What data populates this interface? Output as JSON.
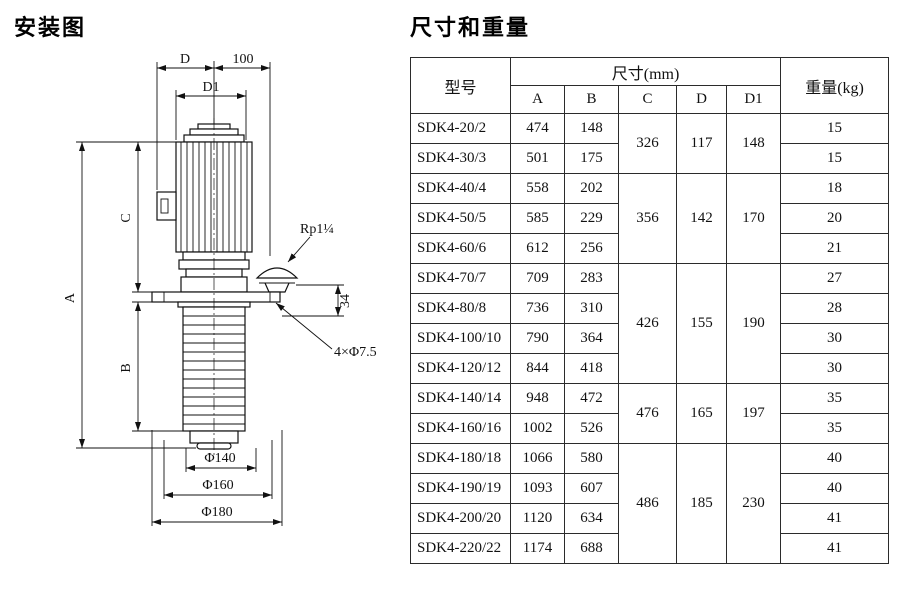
{
  "titles": {
    "diagram": "安装图",
    "table": "尺寸和重量"
  },
  "diagram_labels": {
    "D": "D",
    "dim_100": "100",
    "D1": "D1",
    "A": "A",
    "B": "B",
    "C": "C",
    "rp_thread": "Rp1¼",
    "dim_34": "34",
    "holes": "4×Φ7.5",
    "phi140": "Φ140",
    "phi160": "Φ160",
    "phi180": "Φ180"
  },
  "table": {
    "header": {
      "model": "型号",
      "size_mm": "尺寸(mm)",
      "weight": "重量(kg)",
      "size_cols": [
        "A",
        "B",
        "C",
        "D",
        "D1"
      ]
    },
    "groups": [
      {
        "C": "326",
        "D": "117",
        "D1": "148",
        "rows": [
          {
            "model": "SDK4-20/2",
            "A": "474",
            "B": "148",
            "weight": "15"
          },
          {
            "model": "SDK4-30/3",
            "A": "501",
            "B": "175",
            "weight": "15"
          }
        ]
      },
      {
        "C": "356",
        "D": "142",
        "D1": "170",
        "rows": [
          {
            "model": "SDK4-40/4",
            "A": "558",
            "B": "202",
            "weight": "18"
          },
          {
            "model": "SDK4-50/5",
            "A": "585",
            "B": "229",
            "weight": "20"
          },
          {
            "model": "SDK4-60/6",
            "A": "612",
            "B": "256",
            "weight": "21"
          }
        ]
      },
      {
        "C": "426",
        "D": "155",
        "D1": "190",
        "rows": [
          {
            "model": "SDK4-70/7",
            "A": "709",
            "B": "283",
            "weight": "27"
          },
          {
            "model": "SDK4-80/8",
            "A": "736",
            "B": "310",
            "weight": "28"
          },
          {
            "model": "SDK4-100/10",
            "A": "790",
            "B": "364",
            "weight": "30"
          },
          {
            "model": "SDK4-120/12",
            "A": "844",
            "B": "418",
            "weight": "30"
          }
        ]
      },
      {
        "C": "476",
        "D": "165",
        "D1": "197",
        "rows": [
          {
            "model": "SDK4-140/14",
            "A": "948",
            "B": "472",
            "weight": "35"
          },
          {
            "model": "SDK4-160/16",
            "A": "1002",
            "B": "526",
            "weight": "35"
          }
        ]
      },
      {
        "C": "486",
        "D": "185",
        "D1": "230",
        "rows": [
          {
            "model": "SDK4-180/18",
            "A": "1066",
            "B": "580",
            "weight": "40"
          },
          {
            "model": "SDK4-190/19",
            "A": "1093",
            "B": "607",
            "weight": "40"
          },
          {
            "model": "SDK4-200/20",
            "A": "1120",
            "B": "634",
            "weight": "41"
          },
          {
            "model": "SDK4-220/22",
            "A": "1174",
            "B": "688",
            "weight": "41"
          }
        ]
      }
    ]
  }
}
